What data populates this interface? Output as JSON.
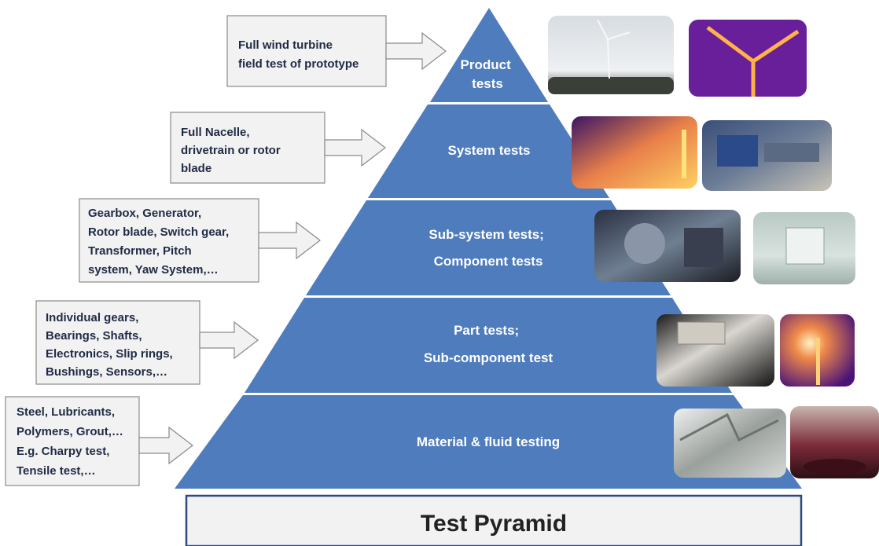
{
  "title": "Test Pyramid",
  "tiers": [
    {
      "lines": [
        "Product",
        "tests"
      ],
      "photos": [
        "wind-turbine-field-photo",
        "thermal-rotor-photo"
      ],
      "note": [
        "Full wind turbine",
        "field test of prototype"
      ]
    },
    {
      "lines": [
        "System tests"
      ],
      "photos": [
        "thermal-nacelle-photo",
        "drivetrain-test-bench-photo"
      ],
      "note": [
        "Full Nacelle,",
        "drivetrain or rotor",
        "blade"
      ]
    },
    {
      "lines": [
        "Sub-system tests;",
        "Component tests"
      ],
      "photos": [
        "component-test-rig-photo",
        "climate-chamber-photo"
      ],
      "note": [
        "Gearbox, Generator,",
        "Rotor blade, Switch gear,",
        "Transformer,  Pitch",
        "system, Yaw System,…"
      ]
    },
    {
      "lines": [
        "Part tests;",
        "Sub-component test"
      ],
      "photos": [
        "electronics-board-photo",
        "thermal-sensor-photo"
      ],
      "note": [
        "Individual gears,",
        "Bearings, Shafts,",
        "Electronics, Slip rings,",
        "Bushings, Sensors,…"
      ]
    },
    {
      "lines": [
        "Material & fluid testing"
      ],
      "photos": [
        "charpy-specimen-photo",
        "lubricant-sample-photo"
      ],
      "note": [
        "Steel, Lubricants,",
        "Polymers, Grout,…",
        "E.g. Charpy test,",
        "Tensile test,…"
      ]
    }
  ],
  "colors": {
    "tier_fill": "#4f7cbd",
    "tier_divider": "#ffffff",
    "box_fill": "#f2f2f2",
    "box_border": "#8a8a8a",
    "title_border": "#2d4a78"
  }
}
